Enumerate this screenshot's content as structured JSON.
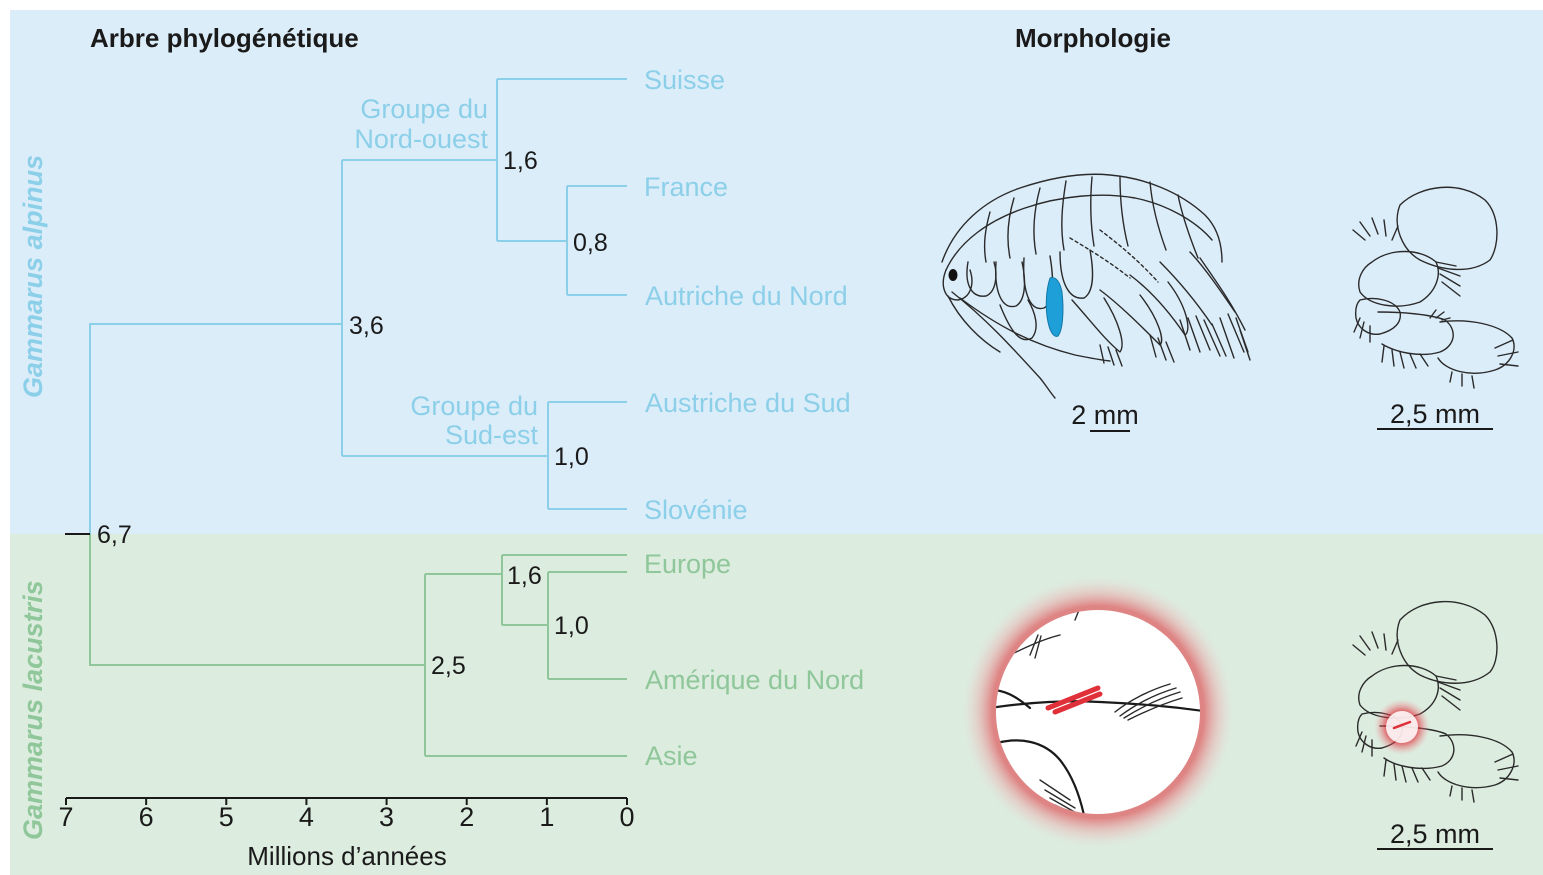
{
  "titles": {
    "tree": "Arbre phylogénétique",
    "morphology": "Morphologie"
  },
  "species": {
    "alpinus": "Gammarus alpinus",
    "lacustris": "Gammarus lacustris"
  },
  "groups": {
    "northwest_line1": "Groupe du",
    "northwest_line2": "Nord-ouest",
    "southeast_line1": "Groupe du",
    "southeast_line2": "Sud-est"
  },
  "tips": {
    "suisse": "Suisse",
    "france": "France",
    "autriche_nord": "Autriche du Nord",
    "autriche_sud": "Austriche du Sud",
    "slovenie": "Slovénie",
    "europe": "Europe",
    "amerique_nord": "Amérique du Nord",
    "asie": "Asie"
  },
  "node_ages": {
    "root": "6,7",
    "alpinus": "3,6",
    "northwest": "1,6",
    "france_autriche": "0,8",
    "southeast": "1,0",
    "lacustris": "2,5",
    "europe_amerique": "1,6",
    "europe_amerique_inner": "1,0"
  },
  "axis": {
    "label": "Millions d’années",
    "ticks": [
      "7",
      "6",
      "5",
      "4",
      "3",
      "2",
      "1",
      "0"
    ]
  },
  "scale_bars": {
    "body": "2 mm",
    "leg_alpinus": "2,5 mm",
    "leg_lacustris": "2,5 mm"
  },
  "colors": {
    "alpinus_bg": "#dcedfa",
    "lacustris_bg": "#dcecdf",
    "alpinus_line": "#8ccfe8",
    "lacustris_line": "#8fc79a",
    "highlight_blue": "#1e9fd8",
    "highlight_red": "#e0303a"
  }
}
